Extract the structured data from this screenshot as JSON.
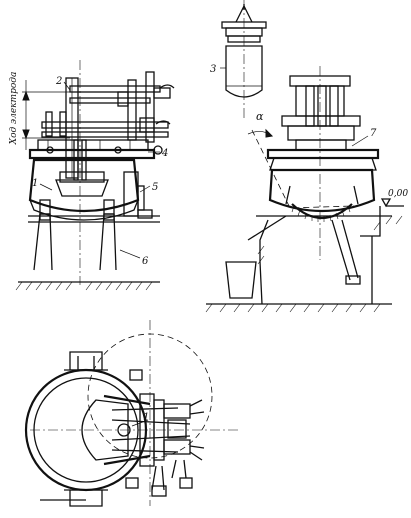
{
  "drawing": {
    "left_view": {
      "vertical_label": "Ход электрода",
      "labels": [
        "1",
        "2",
        "4",
        "5",
        "6"
      ]
    },
    "right_view": {
      "labels": [
        "3",
        "7"
      ],
      "angle_symbol": "α",
      "level_mark": "0,00"
    },
    "plan_view": {
      "labels": [
        "1"
      ]
    }
  }
}
